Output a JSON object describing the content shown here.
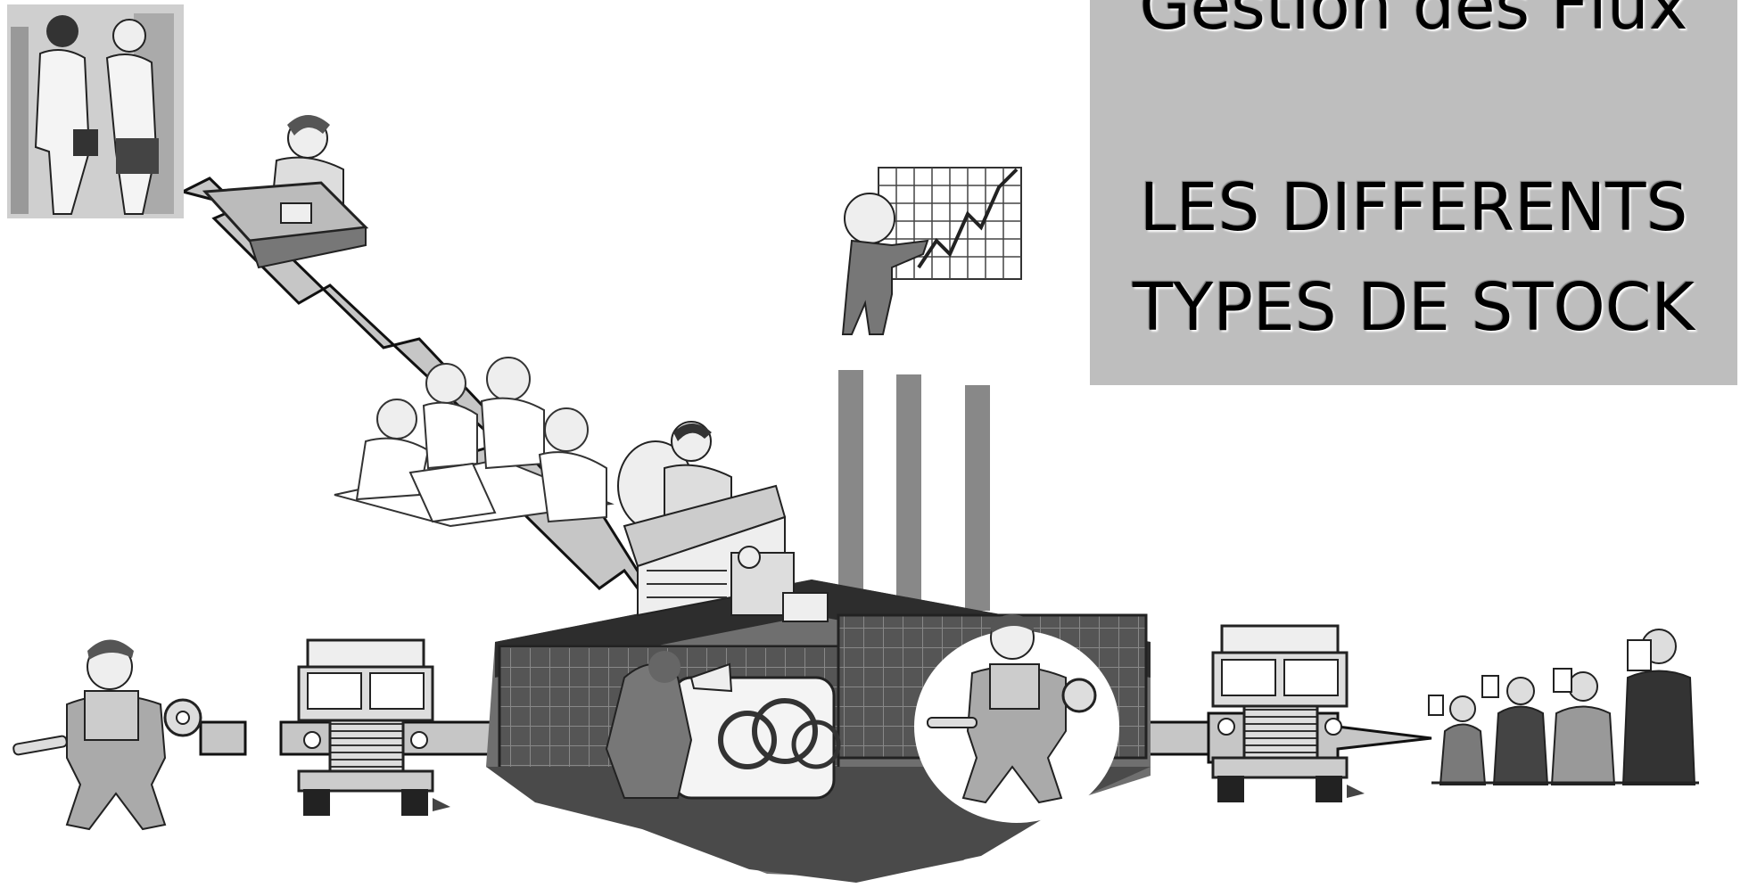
{
  "title": {
    "line1": "Gestion des Flux",
    "line2": "LES DIFFERENTS",
    "line3": "TYPES DE STOCK"
  },
  "icons": [
    "handshake-icon",
    "receptionist-icon",
    "analyst-chart-icon",
    "team-meeting-icon",
    "manager-desk-icon",
    "factory-icon",
    "worker-left-icon",
    "truck-left-icon",
    "machine-operator-icon",
    "worker-right-icon",
    "truck-right-icon",
    "customers-icon"
  ]
}
